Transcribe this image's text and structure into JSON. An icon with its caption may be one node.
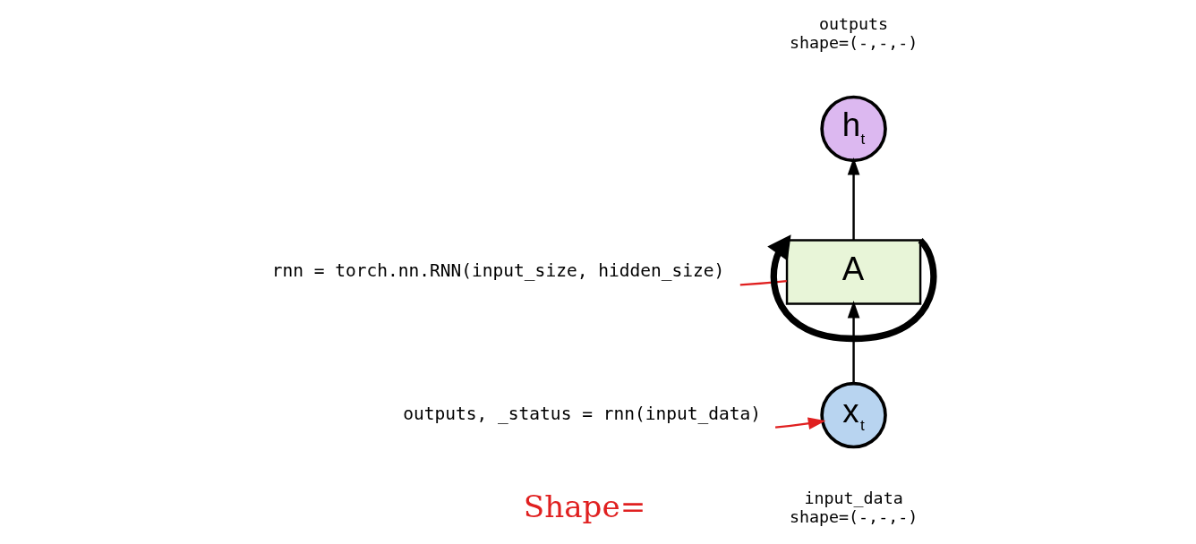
{
  "diagram": {
    "nodes": [
      {
        "text": [
          "rnn = torch.nn.RNN(input_size, hidden_size)"
        ]
      },
      {
        "text": [
          "outputs, _status = rnn(input_data)"
        ]
      },
      {
        "text": [
          "h$_{t}$"
        ],
        "beside": [
          "outputs shape=(-,-,-)"
        ]
      },
      {
        "text": [
          "A"
        ]
      },
      {
        "text": [
          "x$_{t}$"
        ],
        "beside": [
          "input_data shape=(-,-,-)"
        ]
      }
    ],
    "edges": [
      {
        "from": 4,
        "to": 3,
        "arrow": "to"
      },
      {
        "from": 3,
        "to": 2,
        "arrow": "to"
      },
      {
        "from": 3,
        "to": 3,
        "arrow": "to",
        "style": "thick"
      },
      {
        "from": 0,
        "to": 3,
        "arrow": "none",
        "color": "#e02020"
      },
      {
        "from": 1,
        "to": 4,
        "arrow": "to",
        "color": "#e02020"
      }
    ],
    "labels": [
      "Shape="
    ]
  }
}
